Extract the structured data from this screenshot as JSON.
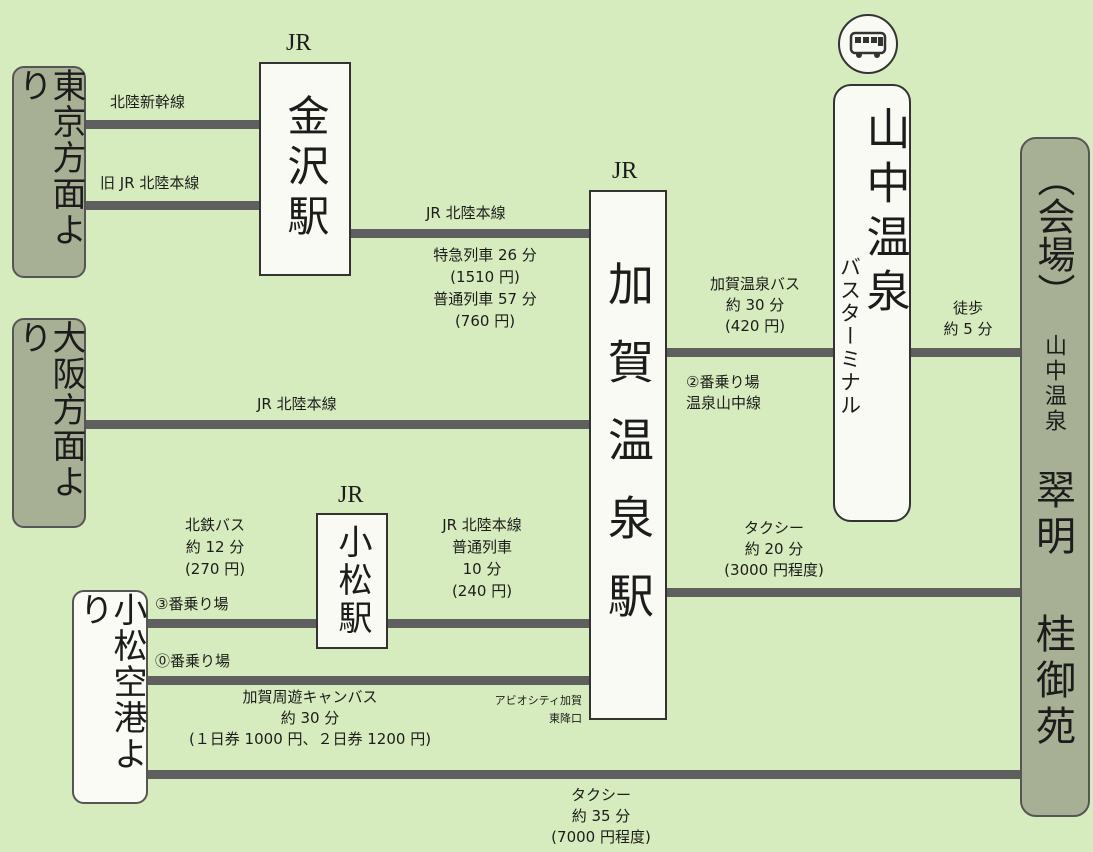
{
  "stations": {
    "kanazawa": {
      "line_label": "JR",
      "name": "金沢駅"
    },
    "kagaonsen": {
      "line_label": "JR",
      "name": "加賀温泉駅"
    },
    "komatsu": {
      "line_label": "JR",
      "name": "小松駅"
    },
    "yamanaka_bus": {
      "name": "山中温泉",
      "subname": "バスターミナル"
    }
  },
  "origins": {
    "tokyo": "東京方面より",
    "osaka": "大阪方面より",
    "komatsu_airport": "小松空港より"
  },
  "venue": {
    "bracket": "（会場）",
    "area": "山中温泉",
    "name": "翠明 桂御苑"
  },
  "routes": {
    "tokyo_shinkansen": "北陸新幹線",
    "tokyo_old_line": "旧 JR 北陸本線",
    "kanazawa_kaga": {
      "line": "JR 北陸本線",
      "express": "特急列車 26 分",
      "express_fare": "(1510 円)",
      "local": "普通列車 57 分",
      "local_fare": "(760 円)"
    },
    "osaka_line": "JR 北陸本線",
    "kaga_bus": {
      "name": "加賀温泉バス",
      "time": "約 30 分",
      "fare": "(420 円)",
      "stop": "②番乗り場",
      "line": "温泉山中線"
    },
    "walk": {
      "label": "徒歩",
      "time": "約 5 分"
    },
    "hokutetsu_bus": {
      "name": "北鉄バス",
      "time": "約 12 分",
      "fare": "(270 円)",
      "stop": "③番乗り場"
    },
    "komatsu_kaga": {
      "line": "JR 北陸本線",
      "type": "普通列車",
      "time": "10 分",
      "fare": "(240 円)"
    },
    "kaga_taxi": {
      "label": "タクシー",
      "time": "約 20 分",
      "fare": "(3000 円程度)"
    },
    "can_bus": {
      "stop": "⓪番乗り場",
      "name": "加賀周遊キャンバス",
      "time": "約 30 分",
      "fare": "(１日券 1000 円、２日券 1200 円)",
      "destination_line1": "アビオシティ加賀",
      "destination_line2": "東降口"
    },
    "airport_taxi": {
      "label": "タクシー",
      "time": "約 35 分",
      "fare": "(7000 円程度)"
    }
  },
  "icons": {
    "bus": "bus-icon"
  },
  "colors": {
    "background": "#d7ecbe",
    "line": "#5f5f5f",
    "origin_box": "#a7b095"
  }
}
